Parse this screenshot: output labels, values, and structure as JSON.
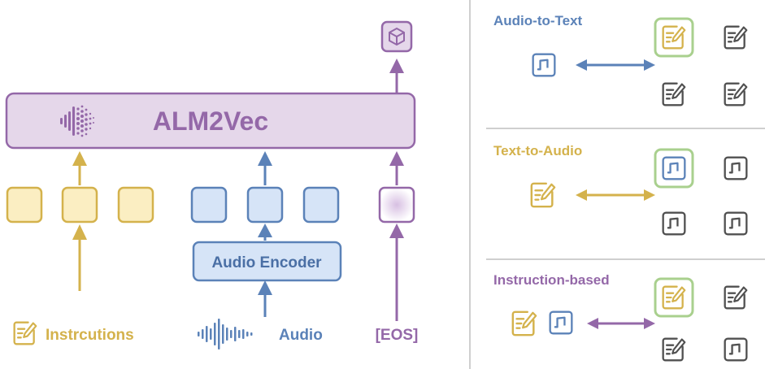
{
  "model": {
    "name": "ALM2Vec"
  },
  "encoder": {
    "label": "Audio Encoder"
  },
  "inputs": {
    "instructions": "Instrcutions",
    "audio": "Audio",
    "eos": "[EOS]"
  },
  "panels": [
    {
      "title": "Audio-to-Text"
    },
    {
      "title": "Text-to-Audio"
    },
    {
      "title": "Instruction-based"
    }
  ],
  "colors": {
    "instruction": "#d4b24c",
    "instruction_fill": "#fbeec2",
    "audio": "#5b82b8",
    "audio_fill": "#d6e4f7",
    "eos": "#9468a8",
    "model_fill": "#e5d7ea",
    "positive_highlight": "#a9d08e",
    "neutral_icon": "#505050",
    "divider": "#cfcfcf",
    "title_audio_to_text": "#5b82b8",
    "title_text_to_audio": "#d4b24c",
    "title_instruction": "#9468a8"
  },
  "icons": [
    "note-icon",
    "music-icon",
    "cube-icon",
    "waveform-icon",
    "sphere-icon"
  ]
}
